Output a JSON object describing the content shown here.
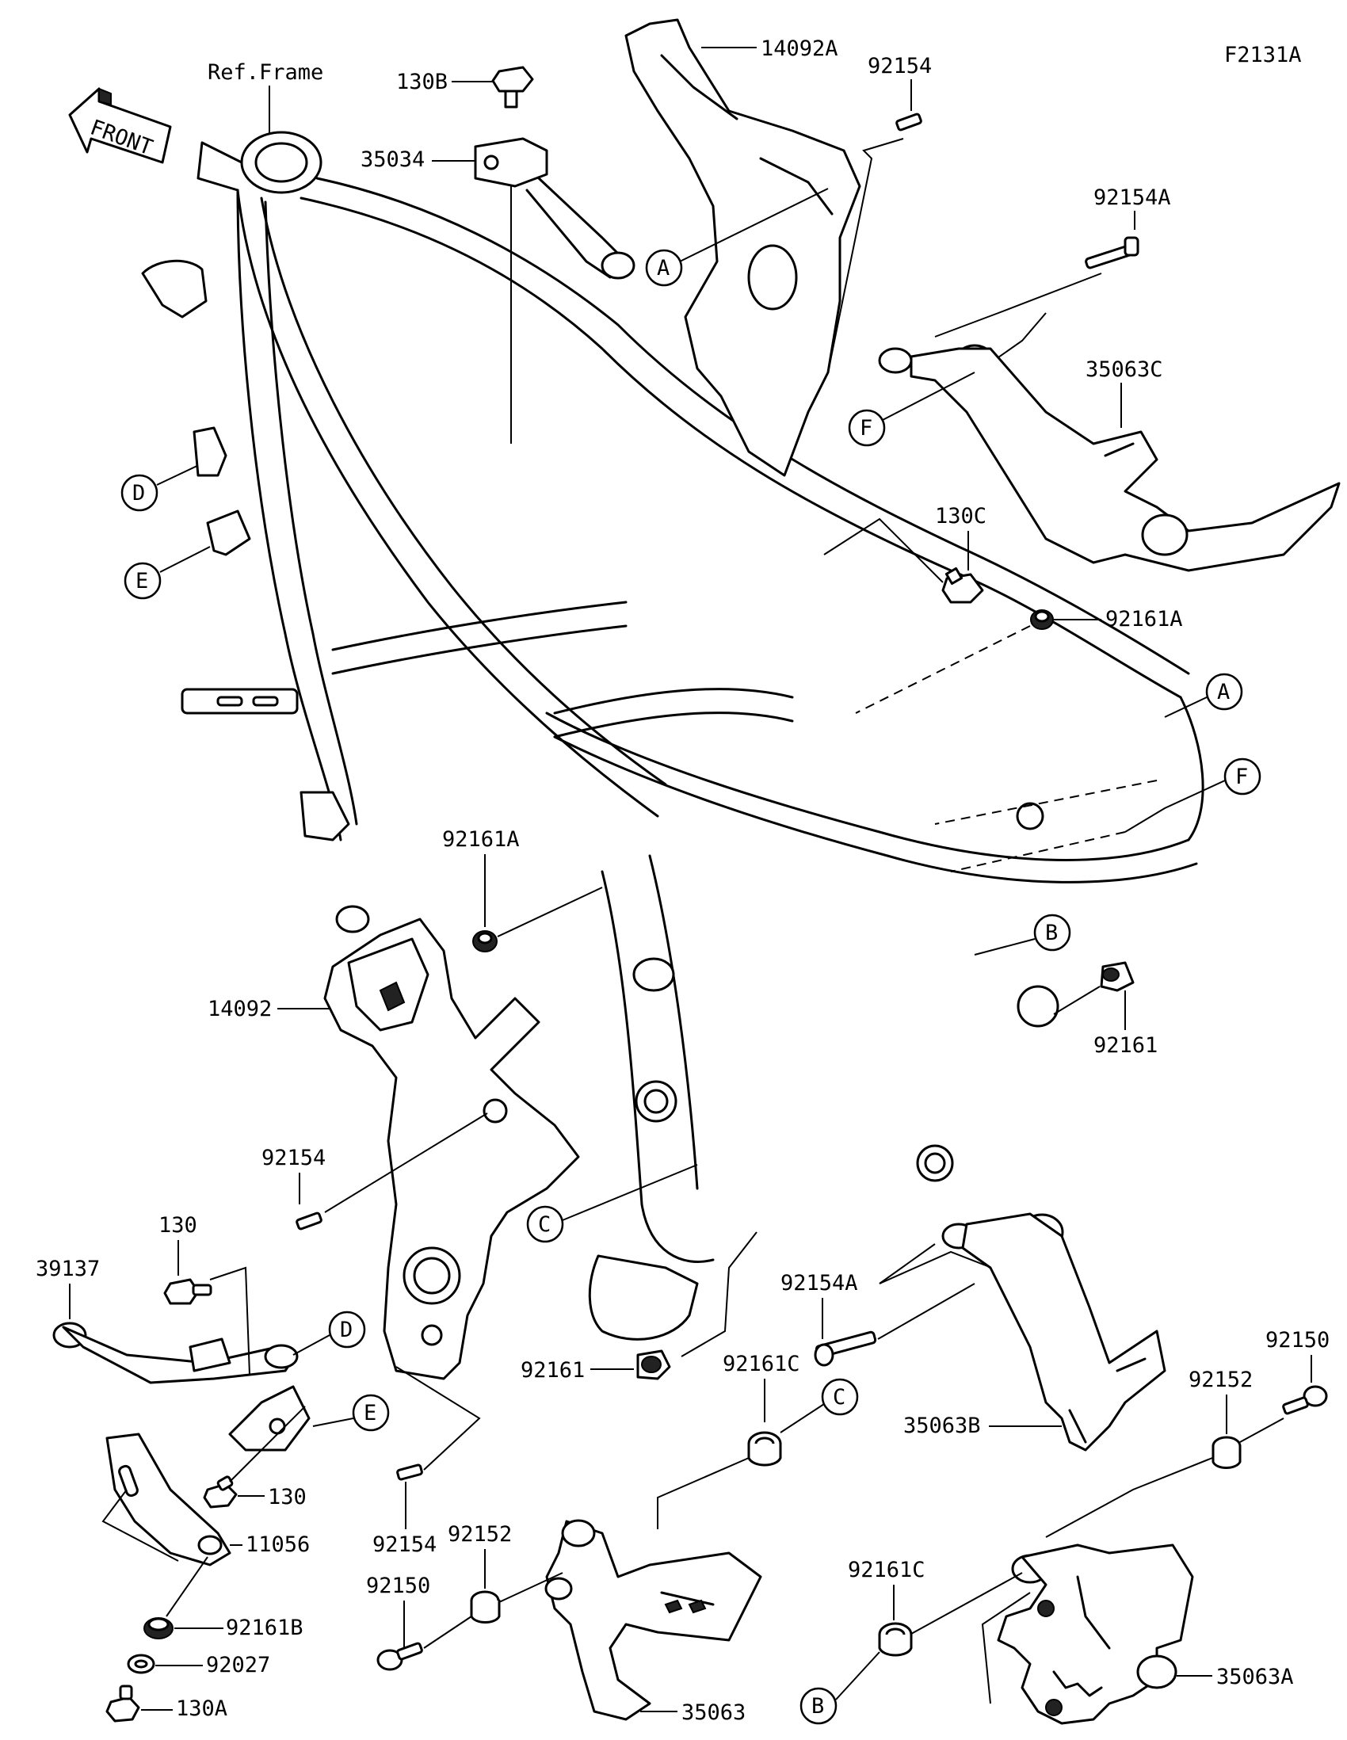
{
  "figure_code": "F2131A",
  "ref_frame": "Ref.Frame",
  "front_arrow": "FRONT",
  "callouts": {
    "A": "A",
    "B": "B",
    "C": "C",
    "D": "D",
    "E": "E",
    "F": "F"
  },
  "parts": {
    "p14092A": "14092A",
    "p92154_top": "92154",
    "p130B": "130B",
    "p35034": "35034",
    "p92154A_top": "92154A",
    "p35063C": "35063C",
    "p130C": "130C",
    "p92161A_right": "92161A",
    "p92161A_mid": "92161A",
    "p14092": "14092",
    "p92161_right": "92161",
    "p92154_mid": "92154",
    "p130_top": "130",
    "p39137": "39137",
    "p130_bottom": "130",
    "p11056": "11056",
    "p92161B": "92161B",
    "p92027": "92027",
    "p130A": "130A",
    "p92154A_bottom": "92154A",
    "p92161_lower": "92161",
    "p92161C_top": "92161C",
    "p35063B": "35063B",
    "p92150_right": "92150",
    "p92152_right": "92152",
    "p92154_lower": "92154",
    "p92152_left": "92152",
    "p92150_left": "92150",
    "p35063": "35063",
    "p92161C_bottom": "92161C",
    "p35063A": "35063A"
  }
}
